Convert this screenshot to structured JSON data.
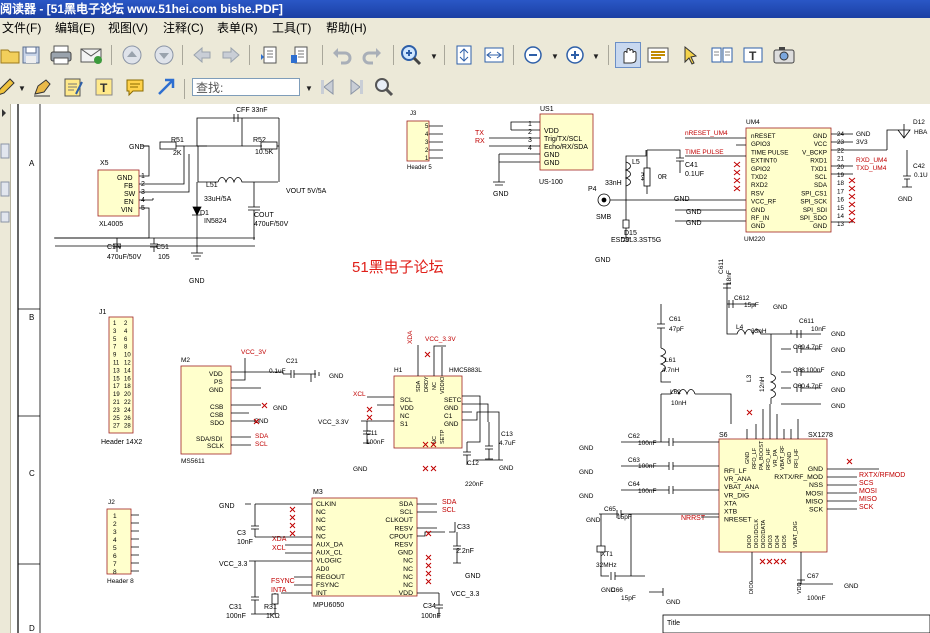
{
  "window": {
    "title": "阅读器 - [51黑电子论坛 www.51hei.com bishe.PDF]"
  },
  "menu": [
    "文件(F)",
    "编辑(E)",
    "视图(V)",
    "注释(C)",
    "表单(R)",
    "工具(T)",
    "帮助(H)"
  ],
  "toolbar": {
    "search_placeholder": "查找:",
    "icons": [
      "open-folder",
      "save",
      "print",
      "email",
      "prev-page",
      "next-page",
      "back",
      "forward",
      "extract-page",
      "insert-page",
      "undo",
      "redo",
      "zoom",
      "fit-page",
      "fit-width",
      "zoom-out",
      "zoom-in",
      "hand-tool",
      "select-text",
      "select-arrow",
      "snapshot",
      "typewriter",
      "camera",
      "pencil",
      "highlighter",
      "note",
      "text-box",
      "comment",
      "arrow",
      "find-prev",
      "find-next",
      "find-search"
    ]
  },
  "schematic": {
    "watermark": "51黑电子论坛",
    "row_markers": [
      "A",
      "B",
      "C",
      "D"
    ],
    "title_block_label": "Title",
    "parts": {
      "X5": {
        "ref": "X5",
        "value": "XL4005",
        "pins": [
          "GND",
          "FB",
          "SW",
          "EN",
          "VIN"
        ]
      },
      "J3": {
        "ref": "J3",
        "value": "Header 5",
        "pins": [
          "5",
          "4",
          "3",
          "2",
          "1"
        ]
      },
      "US1": {
        "ref": "US1",
        "value": "US-100",
        "pins": [
          "VDD",
          "Trig/TX/SCL",
          "Echo/RX/SDA",
          "GND",
          "GND"
        ]
      },
      "UM4": {
        "ref": "UM4",
        "value": "UM220",
        "left_pins": [
          "nRESET",
          "GPIO3",
          "TIME PULSE",
          "EXTINT0",
          "GPIO2",
          "TXD2",
          "RXD2",
          "RSV",
          "VCC_RF",
          "GND",
          "RF_IN",
          "GND"
        ],
        "right_pins": [
          "GND",
          "VCC",
          "V_BCKP",
          "RXD1",
          "TXD1",
          "SCL",
          "SDA",
          "SPI_CS1",
          "SPI_SCK",
          "SPI_SDI",
          "SPI_SDO",
          "GND"
        ],
        "right_nums": [
          "24",
          "23",
          "22",
          "21",
          "20",
          "19",
          "18",
          "17",
          "16",
          "15",
          "14",
          "13"
        ]
      },
      "J1": {
        "ref": "J1",
        "value": "Header 14X2"
      },
      "M2": {
        "ref": "M2",
        "value": "MS5611",
        "pins": [
          "VDD",
          "PS",
          "GND",
          "CSB",
          "CSB",
          "SDO",
          "SDA/SDI",
          "SCLK"
        ]
      },
      "H1": {
        "ref": "H1",
        "value": "HMC5883L"
      },
      "J2": {
        "ref": "J2",
        "value": "Header 8"
      },
      "M3": {
        "ref": "M3",
        "value": "MPU6050",
        "left_pins": [
          "CLKIN",
          "NC",
          "NC",
          "NC",
          "NC",
          "AUX_DA",
          "AUX_CL",
          "VLOGIC",
          "AD0",
          "REGOUT",
          "FSYNC",
          "INT"
        ],
        "right_pins": [
          "SDA",
          "SCL",
          "CLKOUT",
          "RESV",
          "CPOUT",
          "RESV",
          "GND",
          "NC",
          "NC",
          "NC",
          "NC",
          "VDD"
        ]
      },
      "S6": {
        "ref": "S6",
        "value": "SX1278",
        "left_pins": [
          "RFI_LF",
          "VR_ANA",
          "VBAT_ANA",
          "VR_DIG",
          "XTA",
          "XTB",
          "NRESET"
        ],
        "right_pins": [
          "GND",
          "RXTX/RF_MOD",
          "NSS",
          "MOSI",
          "MISO",
          "SCK"
        ]
      }
    },
    "labels": {
      "vout": "VOUT 5V/5A",
      "cff": "CFF 33nF",
      "r51": "R51",
      "r51v": "2K",
      "r52": "R52",
      "r52v": "10.5K",
      "l51": "L51",
      "l51v": "33uH/5A",
      "d1": "D1",
      "d1v": "IN5824",
      "cout": "COUT",
      "coutv": "470uF/50V",
      "c1n": "C1N",
      "c1nv": "470uF/50V",
      "c51": "C51",
      "c51v": "105",
      "gnd": "GND",
      "tx": "TX",
      "rx": "RX",
      "l5": "L5",
      "l5v": "33nH",
      "r4": "R4",
      "r4v": "0R",
      "c41": "C41",
      "c41v": "0.1UF",
      "p4": "P4",
      "smb": "SMB",
      "d15": "D15",
      "d15v": "ESD9L3.3ST5G",
      "nreset_um4": "nRESET_UM4",
      "time_pulse": "TIME PULSE",
      "v33": "3V3",
      "rxd_um4": "RXD_UM4",
      "txd_um4": "TXD_UM4",
      "d12": "D12",
      "hba": "HBA",
      "c42": "C42",
      "c42v": "0.1U",
      "vcc_3v": "VCC_3V",
      "c21": "C21",
      "c21v": "0.1uF",
      "vcc_33": "VCC_3.3V",
      "xda": "XDA",
      "xcl": "XCL",
      "c11": "C11",
      "c11v": "100nF",
      "c12": "C12",
      "c12v": "220nF",
      "c13": "C13",
      "c13v": "4.7uF",
      "sda": "SDA",
      "scl": "SCL",
      "c3": "C3",
      "c3v": "10nF",
      "c33": "C33",
      "c33v": "2.2nF",
      "c31": "C31",
      "c31v": "100nF",
      "c34": "C34",
      "c34v": "100nF",
      "r31": "R31",
      "r31v": "1KΩ",
      "vcc_3_3": "VCC_3.3",
      "fsync": "FSYNC",
      "inta": "INTA",
      "c61": "C61",
      "c61v": "47pF",
      "c611": "C611",
      "c611v": "18nF",
      "c612": "C612",
      "c612v": "15pF",
      "l4": "L4",
      "l4v": "33nH",
      "c611b": "C611",
      "c611bv": "10nF",
      "c69": "C69",
      "c69v": "4.7pF",
      "c68": "C68",
      "c68v": "100nF",
      "c60": "C60",
      "c60v": "4.7pF",
      "l61": "L61",
      "l61v": "4.7nH",
      "l62": "L62",
      "l62v": "10nH",
      "l3": "L3",
      "l3v": "12nH",
      "c62": "C62",
      "c62v": "100nF",
      "c63": "C63",
      "c63v": "100nF",
      "c64": "C64",
      "c64v": "100nF",
      "c65": "C65",
      "c65v": "15pF",
      "c66": "C66",
      "c66v": "15pF",
      "c67": "C67",
      "c67v": "100nF",
      "xt1": "XT1",
      "xt1v": "32MHz",
      "nrrst": "NRRST",
      "rxtx": "RXTX/RFMOD",
      "scs": "SCS",
      "mosi": "MOSI",
      "miso": "MISO",
      "sck": "SCK",
      "vdd": "VDD",
      "gnd_pin": "GND"
    }
  }
}
